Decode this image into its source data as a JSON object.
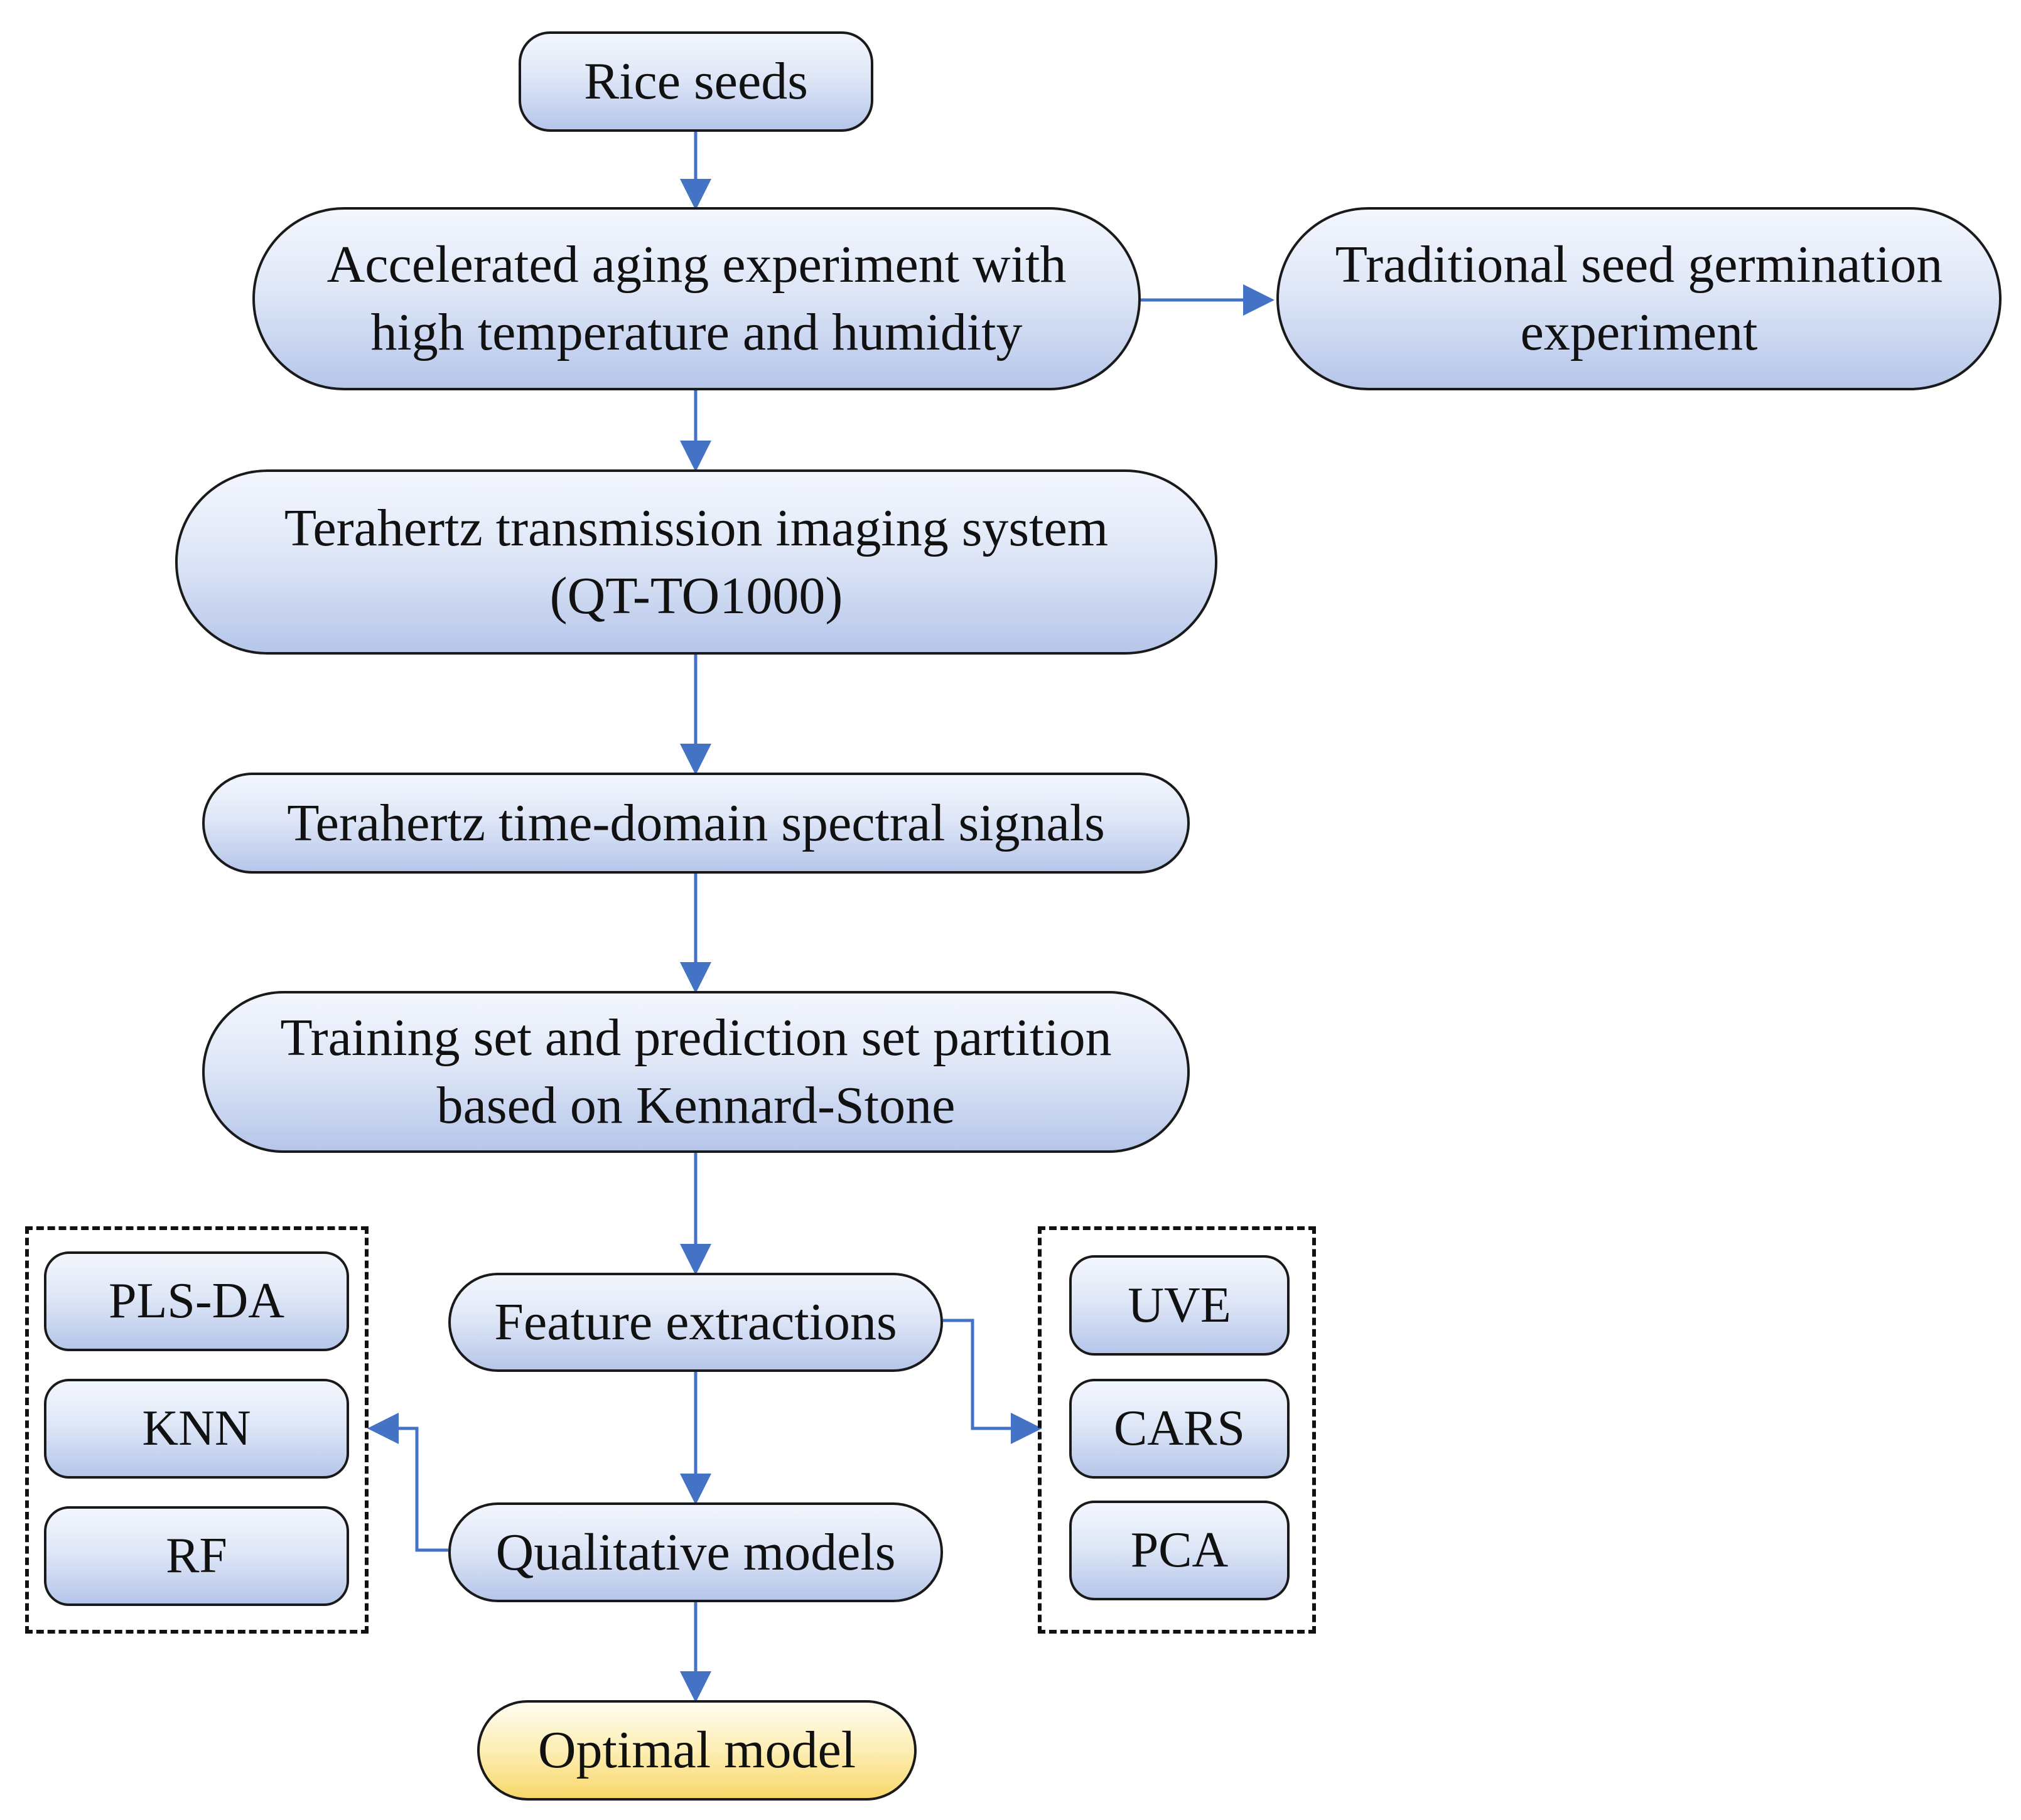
{
  "nodes": {
    "rice_seeds": "Rice seeds",
    "aging": [
      "Accelerated aging experiment with",
      "high temperature and humidity"
    ],
    "germination": [
      "Traditional seed germination",
      "experiment"
    ],
    "thz_system": [
      "Terahertz transmission imaging system",
      "(QT-TO1000)"
    ],
    "thz_signals": "Terahertz time-domain spectral signals",
    "partition": [
      "Training set and prediction set partition",
      "based on Kennard-Stone"
    ],
    "feature": "Feature extractions",
    "qualitative": "Qualitative models",
    "optimal": "Optimal model"
  },
  "models": [
    "PLS-DA",
    "KNN",
    "RF"
  ],
  "features": [
    "UVE",
    "CARS",
    "PCA"
  ],
  "colors": {
    "node_fill": "#c4d2ef",
    "optimal_fill": "#fbe49a",
    "arrow": "#4472c4",
    "border": "#1a1a1a"
  }
}
